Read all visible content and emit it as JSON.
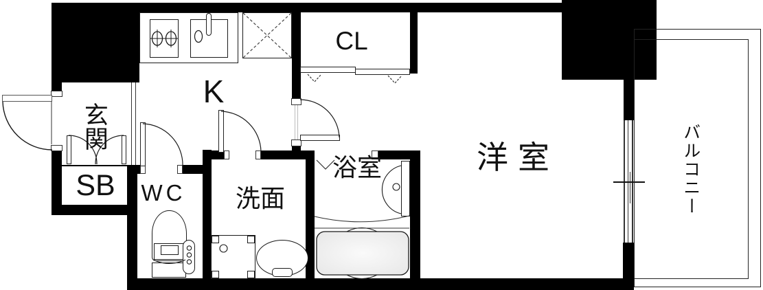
{
  "rooms": {
    "genkan": "玄関",
    "shoebox": "SB",
    "toilet_room": "WC",
    "kitchen": "K",
    "closet": "CL",
    "washroom": "洗面",
    "bathroom": "浴室",
    "western_room": "洋室",
    "balcony": "バルコニー"
  },
  "fixtures": {
    "stove": "two-burner-stove-icon",
    "sink": "kitchen-sink-icon",
    "refrigerator_space": "crossed-box-icon",
    "toilet": "toilet-icon",
    "washer_pan": "washing-machine-pan-icon",
    "basin": "wash-basin-icon",
    "bath_counter": "bath-counter-icon",
    "bathtub": "bathtub-icon",
    "window": "sliding-window-icon",
    "doors": "swing-door-arc-icon"
  },
  "colors": {
    "wall": "#000000",
    "line": "#1a1a1a",
    "background": "#ffffff",
    "bathtub_fill": "#f0f0f0"
  }
}
